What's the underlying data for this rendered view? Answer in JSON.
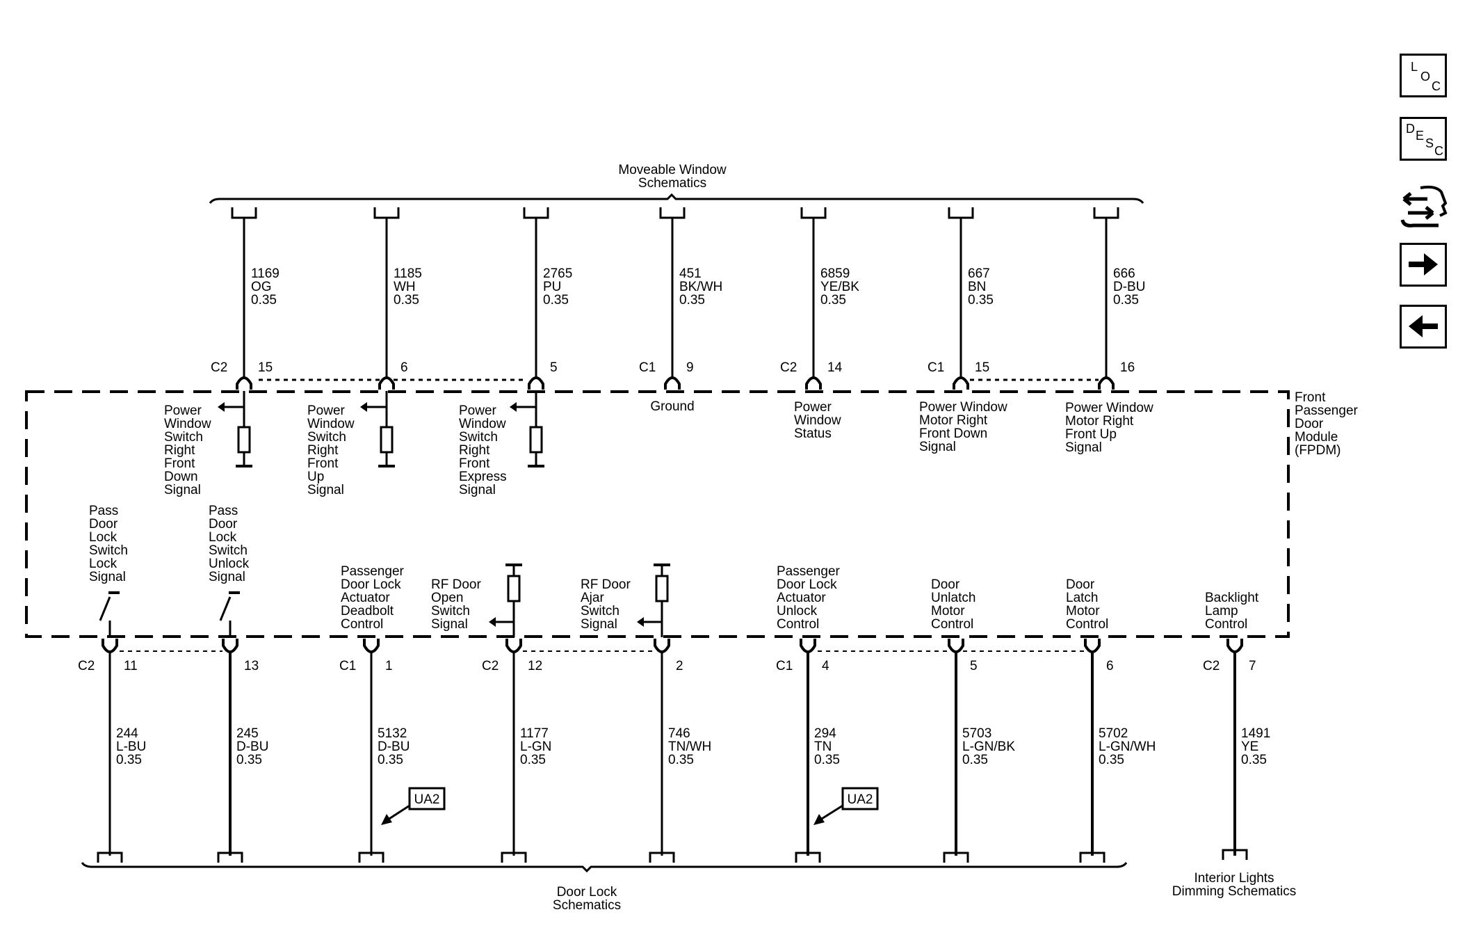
{
  "nav_buttons": {
    "loc": [
      "L",
      "O",
      "C"
    ],
    "desc": [
      "D",
      "E",
      "S",
      "C"
    ]
  },
  "top_destination": [
    "Moveable Window",
    "Schematics"
  ],
  "bottom_destination": [
    "Door Lock",
    "Schematics"
  ],
  "right_destination": [
    "Interior Lights",
    "Dimming Schematics"
  ],
  "module_label": [
    "Front",
    "Passenger",
    "Door",
    "Module",
    "(FPDM)"
  ],
  "ground_label": "Ground",
  "ua2_label": "UA2",
  "top_wires": [
    {
      "circuit": "1169",
      "color": "OG",
      "gauge": "0.35",
      "connector": "C2",
      "pin": "15",
      "function": [
        "Power",
        "Window",
        "Switch",
        "Right",
        "Front",
        "Down",
        "Signal"
      ]
    },
    {
      "circuit": "1185",
      "color": "WH",
      "gauge": "0.35",
      "connector": "",
      "pin": "6",
      "function": [
        "Power",
        "Window",
        "Switch",
        "Right",
        "Front",
        "Up",
        "Signal"
      ]
    },
    {
      "circuit": "2765",
      "color": "PU",
      "gauge": "0.35",
      "connector": "",
      "pin": "5",
      "function": [
        "Power",
        "Window",
        "Switch",
        "Right",
        "Front",
        "Express",
        "Signal"
      ]
    },
    {
      "circuit": "451",
      "color": "BK/WH",
      "gauge": "0.35",
      "connector": "C1",
      "pin": "9",
      "function": []
    },
    {
      "circuit": "6859",
      "color": "YE/BK",
      "gauge": "0.35",
      "connector": "C2",
      "pin": "14",
      "function": [
        "Power",
        "Window",
        "Status"
      ]
    },
    {
      "circuit": "667",
      "color": "BN",
      "gauge": "0.35",
      "connector": "C1",
      "pin": "15",
      "function": [
        "Power Window",
        "Motor Right",
        "Front Down",
        "Signal"
      ]
    },
    {
      "circuit": "666",
      "color": "D-BU",
      "gauge": "0.35",
      "connector": "",
      "pin": "16",
      "function": [
        "Power Window",
        "Motor Right",
        "Front Up",
        "Signal"
      ]
    }
  ],
  "bottom_wires": [
    {
      "circuit": "244",
      "color": "L-BU",
      "gauge": "0.35",
      "connector": "C2",
      "pin": "11",
      "function": [
        "Pass",
        "Door",
        "Lock",
        "Switch",
        "Lock",
        "Signal"
      ]
    },
    {
      "circuit": "245",
      "color": "D-BU",
      "gauge": "0.35",
      "connector": "",
      "pin": "13",
      "function": [
        "Pass",
        "Door",
        "Lock",
        "Switch",
        "Unlock",
        "Signal"
      ]
    },
    {
      "circuit": "5132",
      "color": "D-BU",
      "gauge": "0.35",
      "connector": "C1",
      "pin": "1",
      "function": [
        "Passenger",
        "Door Lock",
        "Actuator",
        "Deadbolt",
        "Control"
      ]
    },
    {
      "circuit": "1177",
      "color": "L-GN",
      "gauge": "0.35",
      "connector": "C2",
      "pin": "12",
      "function": [
        "RF Door",
        "Open",
        "Switch",
        "Signal"
      ]
    },
    {
      "circuit": "746",
      "color": "TN/WH",
      "gauge": "0.35",
      "connector": "",
      "pin": "2",
      "function": [
        "RF Door",
        "Ajar",
        "Switch",
        "Signal"
      ]
    },
    {
      "circuit": "294",
      "color": "TN",
      "gauge": "0.35",
      "connector": "C1",
      "pin": "4",
      "function": [
        "Passenger",
        "Door Lock",
        "Actuator",
        "Unlock",
        "Control"
      ]
    },
    {
      "circuit": "5703",
      "color": "L-GN/BK",
      "gauge": "0.35",
      "connector": "",
      "pin": "5",
      "function": [
        "Door",
        "Unlatch",
        "Motor",
        "Control"
      ]
    },
    {
      "circuit": "5702",
      "color": "L-GN/WH",
      "gauge": "0.35",
      "connector": "",
      "pin": "6",
      "function": [
        "Door",
        "Latch",
        "Motor",
        "Control"
      ]
    },
    {
      "circuit": "1491",
      "color": "YE",
      "gauge": "0.35",
      "connector": "C2",
      "pin": "7",
      "function": [
        "Backlight",
        "Lamp",
        "Control"
      ]
    }
  ]
}
